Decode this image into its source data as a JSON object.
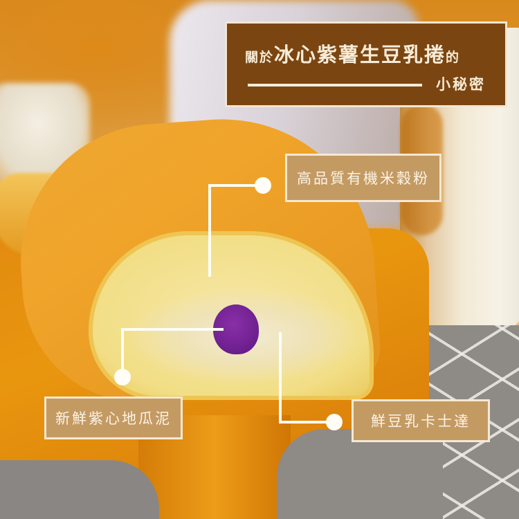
{
  "title_box": {
    "prefix": "關於",
    "product_name": "冰心紫薯生豆乳捲",
    "suffix": "的",
    "subtitle": "小秘密",
    "background_color": "#7b4511",
    "text_color": "#f7ecd8"
  },
  "annotations": [
    {
      "id": "flour",
      "label": "高品質有機米穀粉"
    },
    {
      "id": "purple-sweet-potato",
      "label": "新鮮紫心地瓜泥"
    },
    {
      "id": "soy-custard",
      "label": "鮮豆乳卡士達"
    }
  ],
  "label_style": {
    "background_color": "#c49a63",
    "border_color": "#f4e9d4",
    "connector_color": "#fffdf6"
  },
  "scene": {
    "subject": "purple sweet potato soy milk roll cake on wooden board",
    "filling_color": "#6c1f8e",
    "sponge_color": "#f2de86",
    "crust_color": "#eda732"
  }
}
